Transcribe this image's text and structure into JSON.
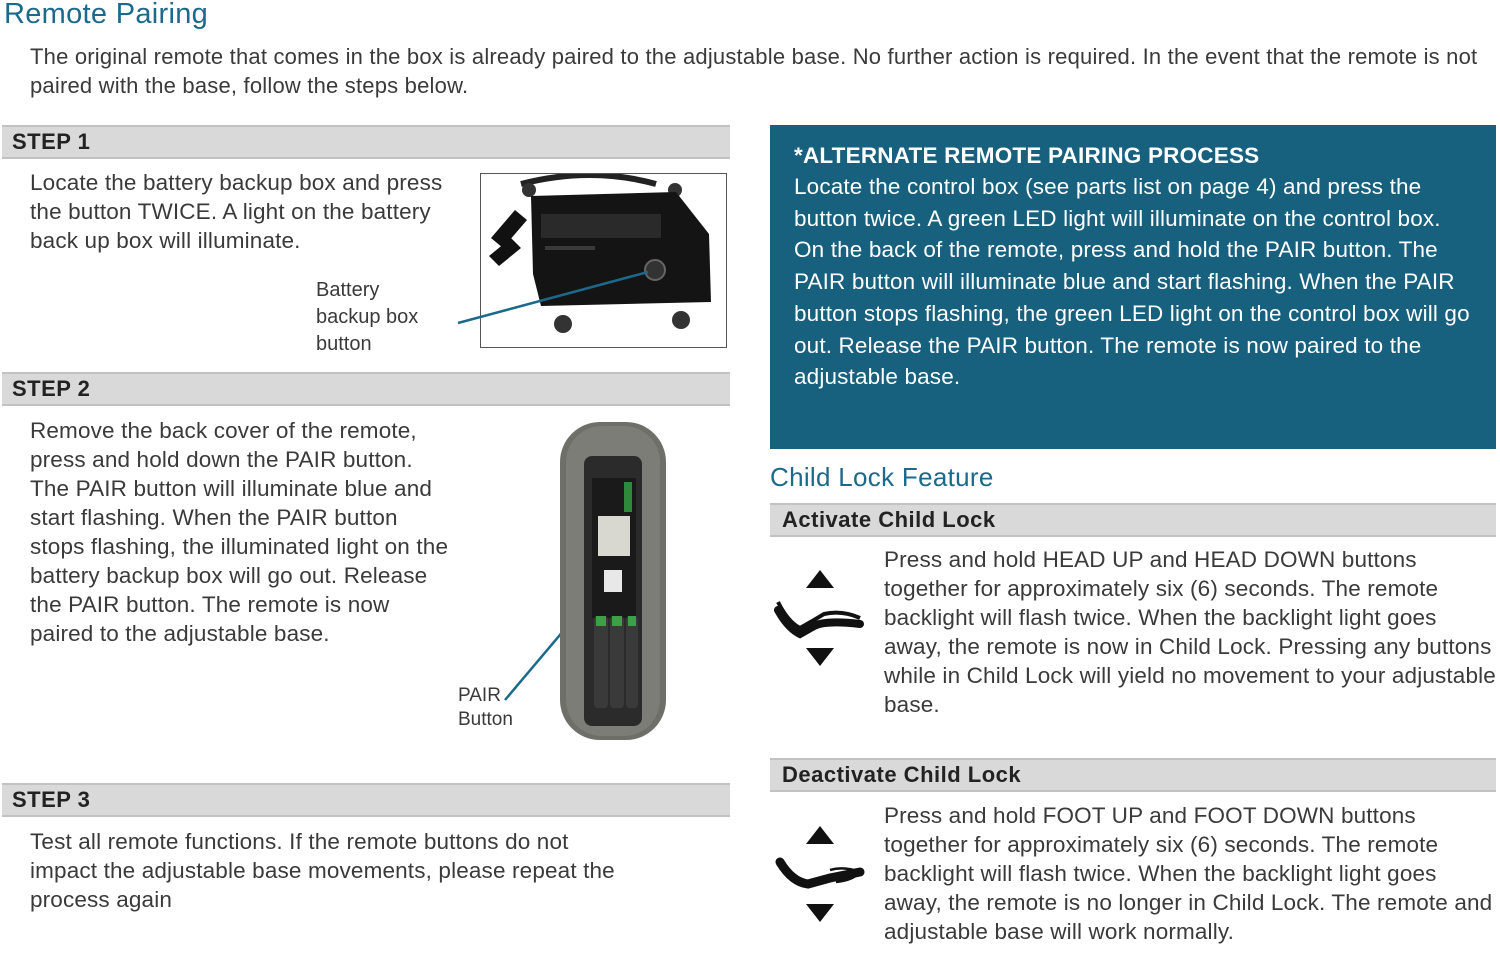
{
  "header": {
    "title": "Remote Pairing",
    "intro": "The original remote that comes in the box is already paired to the adjustable base. No further action is required. In the event that the remote is not paired with the base, follow the steps below."
  },
  "steps": [
    {
      "label": "STEP 1",
      "text": "Locate the battery backup box and press the button TWICE.  A light on the battery back up box will illuminate.",
      "caption": [
        "Battery",
        "backup box",
        "button"
      ]
    },
    {
      "label": "STEP 2",
      "text": "Remove the back cover of the remote, press and hold down the PAIR button. The PAIR button will illuminate blue and start flashing. When the PAIR button stops flashing, the illuminated light on the battery backup box will go out.  Release the PAIR button. The remote is now paired to the adjustable base.",
      "caption": [
        "PAIR",
        "Button"
      ]
    },
    {
      "label": "STEP 3",
      "text": "Test all remote functions.  If the remote buttons do not impact the adjustable base movements, please repeat the process again"
    }
  ],
  "alternate": {
    "title": "*ALTERNATE REMOTE PAIRING PROCESS",
    "text": "Locate the control box (see parts list on page 4) and press the button twice.  A green LED light will illuminate on the control box.  On the back of the remote, press and hold the PAIR button.  The PAIR button will illuminate blue and start flashing. When the PAIR button stops flashing, the green LED light on the control box will go out.  Release the PAIR button.  The remote is now paired to the adjustable base."
  },
  "child_lock": {
    "title": "Child Lock Feature",
    "activate": {
      "label": "Activate Child Lock",
      "text": "Press and hold HEAD UP and HEAD DOWN buttons together for approximately six (6) seconds. The remote backlight will flash twice.  When the backlight light goes away, the remote is now in Child Lock.  Pressing any buttons while in Child Lock will yield no movement to your adjustable base."
    },
    "deactivate": {
      "label": "Deactivate Child Lock",
      "text": "Press and hold FOOT UP and FOOT DOWN buttons together for approximately six (6) seconds.  The remote backlight will flash twice.  When the backlight light goes away,  the remote is no longer in Child Lock.  The remote and adjustable base will work normally."
    }
  },
  "colors": {
    "accent": "#17607e",
    "heading": "#1b6a8c",
    "bar": "#d9d9d9"
  }
}
